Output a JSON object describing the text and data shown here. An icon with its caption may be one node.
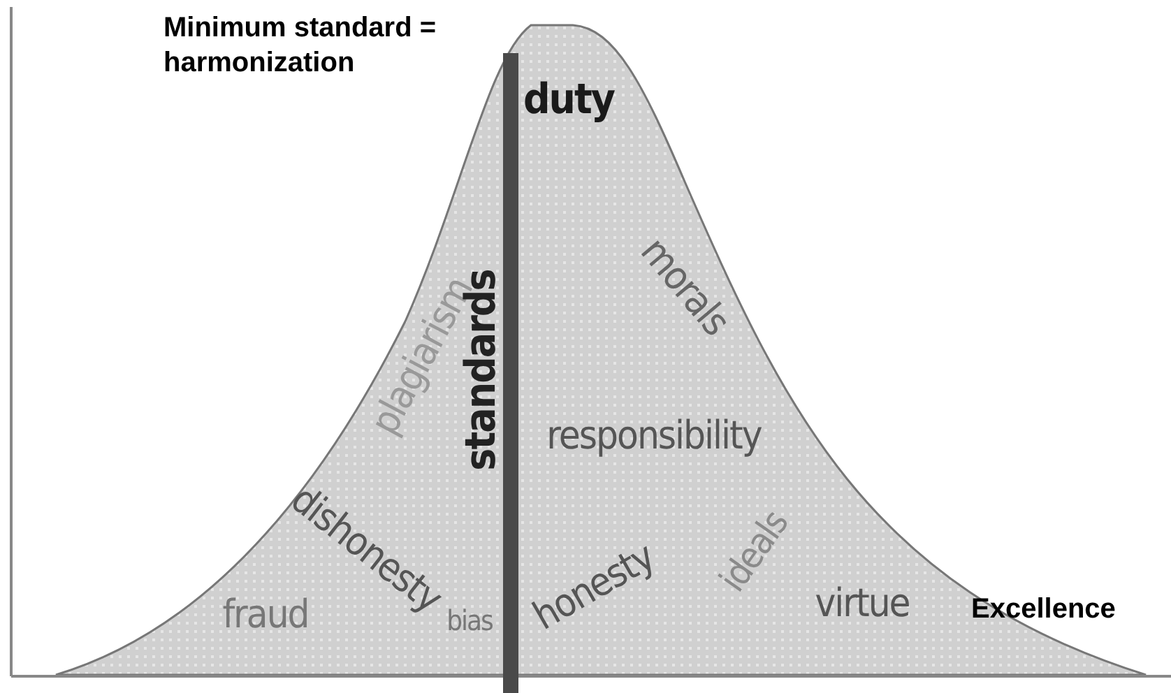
{
  "diagram": {
    "labels": [
      "Minimum standard = harmonization",
      "duty",
      "plagiarism",
      "standards",
      "morals",
      "responsibility",
      "dishonesty",
      "bias",
      "honesty",
      "ideals",
      "fraud",
      "virtue",
      "Excellence"
    ]
  }
}
